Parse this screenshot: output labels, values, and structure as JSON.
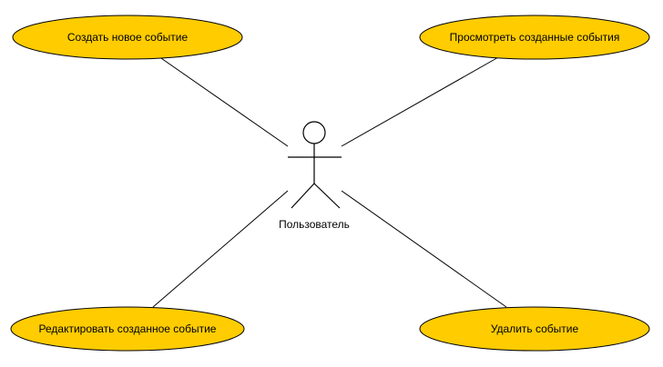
{
  "actor": {
    "label": "Пользователь"
  },
  "use_cases": [
    {
      "label": "Создать новое событие"
    },
    {
      "label": "Просмотреть созданные события"
    },
    {
      "label": "Редактировать созданное событие"
    },
    {
      "label": "Удалить событие"
    }
  ],
  "colors": {
    "use_case_fill": "#ffcc00",
    "stroke": "#000000",
    "background": "#ffffff"
  }
}
